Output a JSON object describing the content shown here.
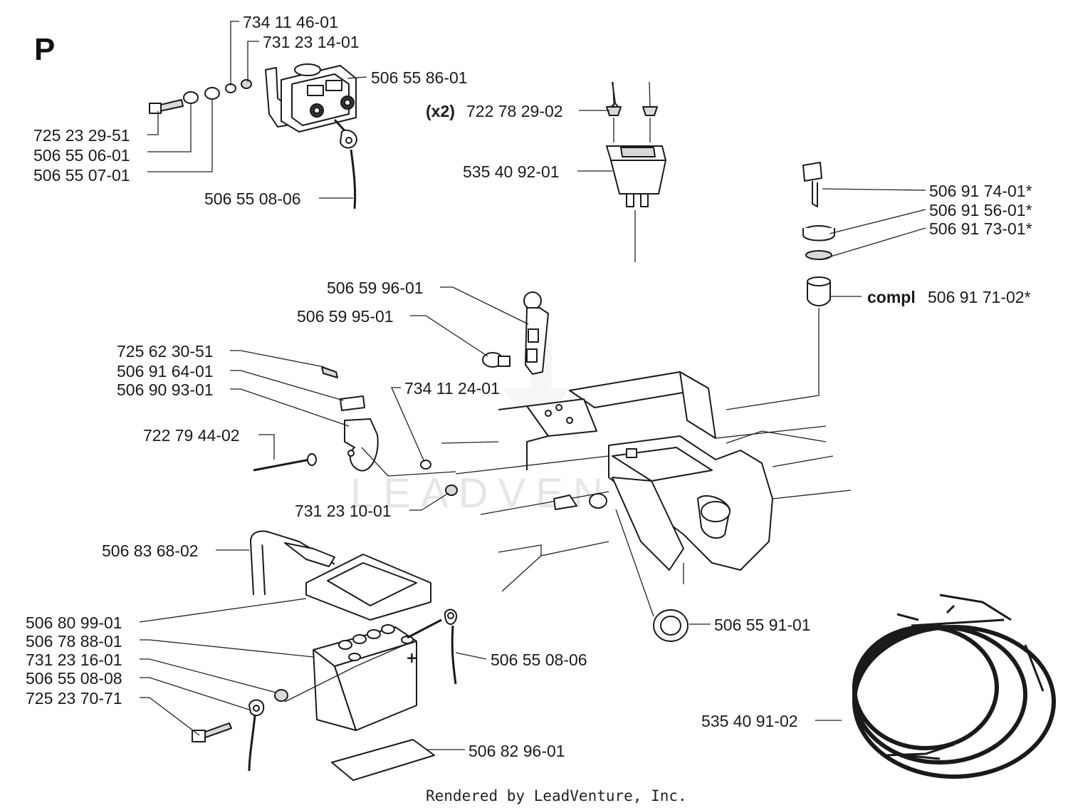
{
  "section_letter": "P",
  "labels": {
    "l1": "734 11 46-01",
    "l2": "731 23 14-01",
    "l3": "506 55 86-01",
    "l4": "725 23 29-51",
    "l5": "506 55 06-01",
    "l6": "506 55 07-01",
    "l7": "506 55 08-06",
    "l8_prefix": "(x2)",
    "l8": "722 78 29-02",
    "l9": "535 40 92-01",
    "l10": "506 91 74-01*",
    "l11": "506 91 56-01*",
    "l12": "506 91 73-01*",
    "l13_prefix": "compl",
    "l13": "506 91 71-02*",
    "l14": "506 59 96-01",
    "l15": "506 59 95-01",
    "l16": "725 62 30-51",
    "l17": "506 91 64-01",
    "l18": "506 90 93-01",
    "l19": "734 11 24-01",
    "l20": "722 79 44-02",
    "l21": "731 23 10-01",
    "l22": "506 83 68-02",
    "l23": "506 80 99-01",
    "l24": "506 78 88-01",
    "l25": "731 23 16-01",
    "l26": "506 55 08-08",
    "l27": "725 23 70-71",
    "l28": "506 55 08-06",
    "l29": "506 55 91-01",
    "l30": "535 40 91-02",
    "l31": "506 82 96-01"
  },
  "watermark": "LEADVENTURE",
  "footer": "Rendered by LeadVenture, Inc."
}
